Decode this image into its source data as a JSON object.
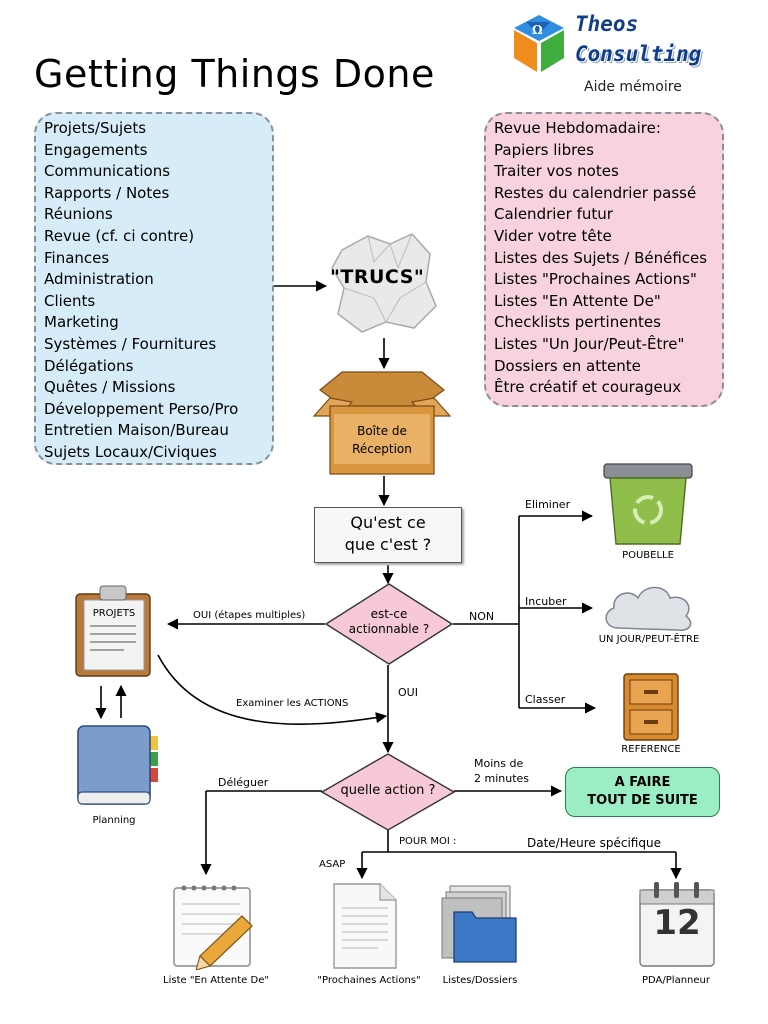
{
  "title": "Getting Things Done",
  "brand": {
    "line1": "Theos",
    "line2": "Consulting",
    "subtitle": "Aide mémoire"
  },
  "left_list": [
    "Projets/Sujets",
    "Engagements",
    "Communications",
    "Rapports / Notes",
    "Réunions",
    "Revue (cf. ci contre)",
    "Finances",
    "Administration",
    "Clients",
    "Marketing",
    "Systèmes / Fournitures",
    "Délégations",
    "Quêtes / Missions",
    "Développement Perso/Pro",
    "Entretien Maison/Bureau",
    "Sujets Locaux/Civiques"
  ],
  "right_list": [
    "Revue Hebdomadaire:",
    "Papiers libres",
    "Traiter vos notes",
    "Restes du calendrier passé",
    "Calendrier futur",
    "Vider votre tête",
    "Listes des Sujets / Bénéfices",
    "Listes \"Prochaines Actions\"",
    "Listes \"En Attente De\"",
    "Checklists pertinentes",
    "Listes \"Un Jour/Peut-Être\"",
    "Dossiers en attente",
    "Être créatif et courageux"
  ],
  "nodes": {
    "trucs": "\"TRUCS\"",
    "inbox_line1": "Boîte de",
    "inbox_line2": "Réception",
    "what_line1": "Qu'est ce",
    "what_line2": "que c'est ?",
    "actionable_line1": "est-ce",
    "actionable_line2": "actionnable ?",
    "which_action": "quelle action ?",
    "do_now_line1": "A FAIRE",
    "do_now_line2": "TOUT DE SUITE"
  },
  "edge_labels": {
    "eliminer": "Eliminer",
    "incuber": "Incuber",
    "classer": "Classer",
    "non": "NON",
    "oui_multi": "OUI (étapes multiples)",
    "examiner": "Examiner les ACTIONS",
    "oui": "OUI",
    "deleguer": "Déléguer",
    "moins_line1": "Moins de",
    "moins_line2": "2 minutes",
    "pour_moi": "POUR MOI :",
    "asap": "ASAP",
    "date_heure": "Date/Heure spécifique"
  },
  "captions": {
    "poubelle": "POUBELLE",
    "un_jour": "UN JOUR/PEUT-ÊTRE",
    "reference": "REFERENCE",
    "projets": "PROJETS",
    "planning": "Planning",
    "liste_attente": "Liste \"En Attente De\"",
    "prochaines": "\"Prochaines Actions\"",
    "listes_dossiers": "Listes/Dossiers",
    "pda": "PDA/Planneur",
    "calendar_day": "12"
  },
  "colors": {
    "blue_box": "#d6ecf8",
    "pink_box": "#f8d3de",
    "diamond": "#f7c9d6",
    "green_button": "#9beec4",
    "brand_text": "#123d8c"
  }
}
